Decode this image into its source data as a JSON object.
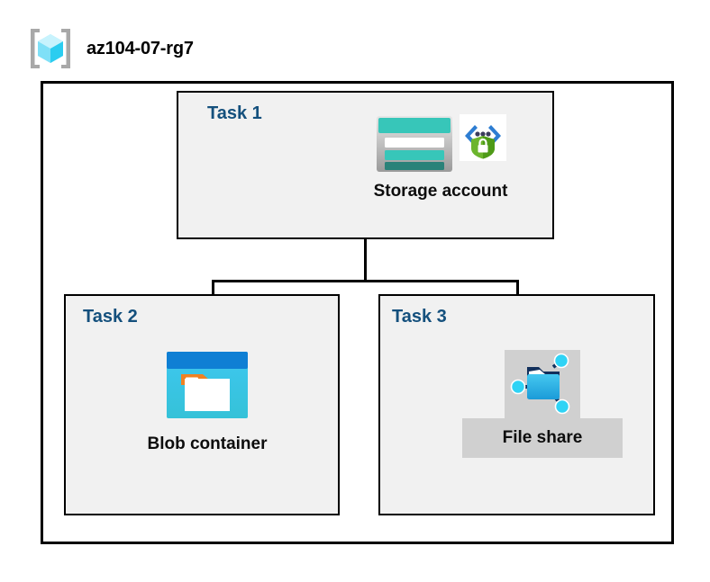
{
  "resource_group": {
    "name": "az104-07-rg7",
    "icon": "resource-group-cube-icon"
  },
  "diagram": {
    "type": "azure-architecture-diagram",
    "tasks": [
      {
        "id": "task-1",
        "label": "Task 1",
        "resource_name": "Storage account",
        "icon": "storage-account-icon",
        "secondary_icon": "secure-endpoint-shield-icon",
        "highlighted": false
      },
      {
        "id": "task-2",
        "label": "Task 2",
        "resource_name": "Blob container",
        "icon": "blob-container-icon",
        "highlighted": false
      },
      {
        "id": "task-3",
        "label": "Task 3",
        "resource_name": "File share",
        "icon": "file-share-icon",
        "highlighted": true
      }
    ],
    "connections": [
      {
        "from": "Storage account",
        "to": "Blob container"
      },
      {
        "from": "Storage account",
        "to": "File share"
      }
    ]
  },
  "colors": {
    "task_label": "#14507d",
    "task_box_fill": "#f1f1f1",
    "border": "#000000",
    "highlight": "#d0d0d0",
    "storage_teal": "#37b8ab",
    "storage_teal_dark": "#2a8279",
    "blob_blue": "#0f7fd4",
    "blob_cyan": "#36c6ef",
    "blob_orange": "#f08122",
    "shield_green": "#5bb522",
    "cube_cyan": "#50e6ff"
  }
}
